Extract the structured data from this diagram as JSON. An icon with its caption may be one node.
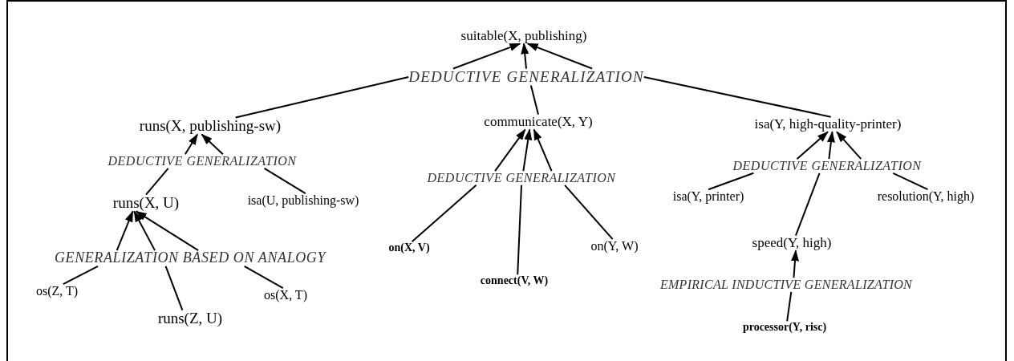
{
  "diagram": {
    "nodes": [
      {
        "text": [
          "suitable(X, publishing)"
        ]
      },
      {
        "text": [
          "DEDUCTIVE GENERALIZATION"
        ]
      },
      {
        "text": [
          "runs(X, publishing-sw)"
        ]
      },
      {
        "text": [
          "communicate(X, Y)"
        ]
      },
      {
        "text": [
          "isa(Y, high-quality-printer)"
        ]
      },
      {
        "text": [
          "DEDUCTIVE GENERALIZATION"
        ]
      },
      {
        "text": [
          "runs(X, U)"
        ]
      },
      {
        "text": [
          "isa(U, publishing-sw)"
        ]
      },
      {
        "text": [
          "DEDUCTIVE GENERALIZATION"
        ]
      },
      {
        "text": [
          "on(X, V)"
        ]
      },
      {
        "text": [
          "connect(V, W)"
        ]
      },
      {
        "text": [
          "on(Y, W)"
        ]
      },
      {
        "text": [
          "DEDUCTIVE GENERALIZATION"
        ]
      },
      {
        "text": [
          "isa(Y, printer)"
        ]
      },
      {
        "text": [
          "resolution(Y, high)"
        ]
      },
      {
        "text": [
          "speed(Y, high)"
        ]
      },
      {
        "text": [
          "GENERALIZATION BASED ON ANALOGY"
        ]
      },
      {
        "text": [
          "os(Z, T)"
        ]
      },
      {
        "text": [
          "runs(Z, U)"
        ]
      },
      {
        "text": [
          "os(X, T)"
        ]
      },
      {
        "text": [
          "EMPIRICAL INDUCTIVE GENERALIZATION"
        ]
      },
      {
        "text": [
          "processor(Y, risc)"
        ]
      }
    ],
    "edges": [
      {
        "from": 2,
        "to": 1,
        "arrow": "none"
      },
      {
        "from": 1,
        "to": 0,
        "arrow": "to"
      },
      {
        "from": 3,
        "to": 1,
        "arrow": "none"
      },
      {
        "from": 1,
        "to": 0,
        "arrow": "to"
      },
      {
        "from": 4,
        "to": 1,
        "arrow": "none"
      },
      {
        "from": 1,
        "to": 0,
        "arrow": "to"
      },
      {
        "from": 6,
        "to": 5,
        "arrow": "none"
      },
      {
        "from": 5,
        "to": 2,
        "arrow": "to"
      },
      {
        "from": 7,
        "to": 5,
        "arrow": "none"
      },
      {
        "from": 5,
        "to": 2,
        "arrow": "to"
      },
      {
        "from": 17,
        "to": 16,
        "arrow": "none"
      },
      {
        "from": 16,
        "to": 6,
        "arrow": "to"
      },
      {
        "from": 18,
        "to": 16,
        "arrow": "none"
      },
      {
        "from": 16,
        "to": 6,
        "arrow": "to"
      },
      {
        "from": 19,
        "to": 16,
        "arrow": "none"
      },
      {
        "from": 16,
        "to": 6,
        "arrow": "to"
      },
      {
        "from": 9,
        "to": 8,
        "arrow": "none"
      },
      {
        "from": 8,
        "to": 3,
        "arrow": "to"
      },
      {
        "from": 10,
        "to": 8,
        "arrow": "none"
      },
      {
        "from": 8,
        "to": 3,
        "arrow": "to"
      },
      {
        "from": 11,
        "to": 8,
        "arrow": "none"
      },
      {
        "from": 8,
        "to": 3,
        "arrow": "to"
      },
      {
        "from": 13,
        "to": 12,
        "arrow": "none"
      },
      {
        "from": 12,
        "to": 4,
        "arrow": "to"
      },
      {
        "from": 15,
        "to": 12,
        "arrow": "none"
      },
      {
        "from": 12,
        "to": 4,
        "arrow": "to"
      },
      {
        "from": 14,
        "to": 12,
        "arrow": "none"
      },
      {
        "from": 12,
        "to": 4,
        "arrow": "to"
      },
      {
        "from": 21,
        "to": 20,
        "arrow": "none"
      },
      {
        "from": 20,
        "to": 15,
        "arrow": "to"
      }
    ]
  }
}
